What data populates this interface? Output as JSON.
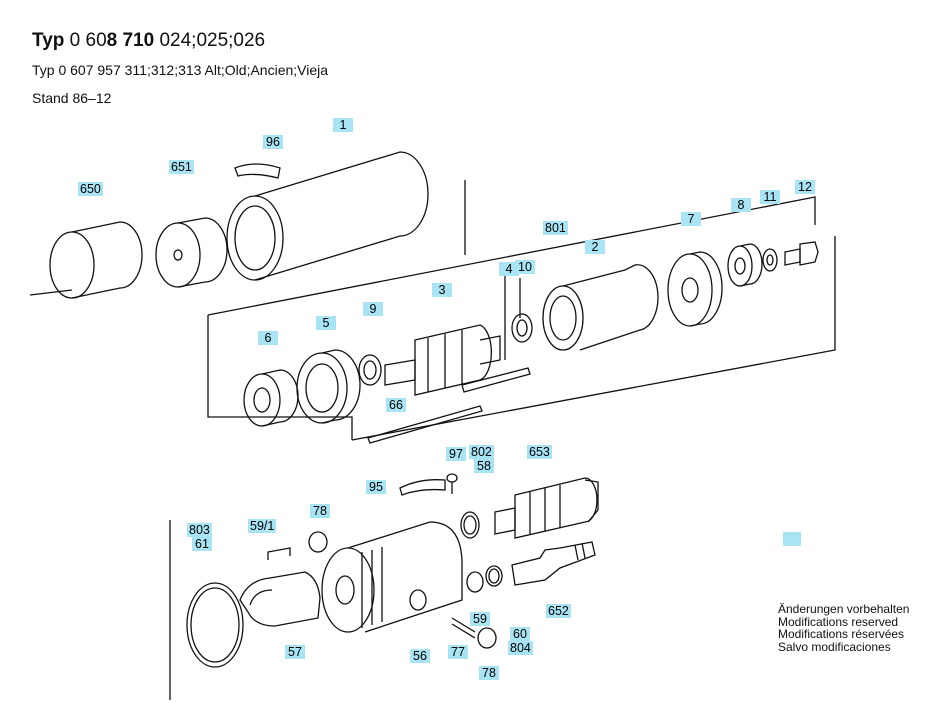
{
  "header": {
    "title_prefix": "Typ",
    "title_number_a": "0 60",
    "title_number_b": "8 710",
    "title_suffix": "024;025;026",
    "subtitle": "Typ 0 607 957 311;312;313  Alt;Old;Ancien;Vieja",
    "stand": "Stand  86–12"
  },
  "notes": [
    "Änderungen vorbehalten",
    "Modifications reserved",
    "Modifications réservées",
    "Salvo modificaciones"
  ],
  "part_labels": {
    "p1": "1",
    "p2": "2",
    "p3": "3",
    "p4": "4",
    "p5": "5",
    "p6": "6",
    "p7": "7",
    "p8": "8",
    "p9": "9",
    "p10": "10",
    "p11": "11",
    "p12": "12",
    "p56": "56",
    "p57": "57",
    "p58": "58",
    "p59": "59",
    "p59_1": "59/1",
    "p60": "60",
    "p61": "61",
    "p66": "66",
    "p77": "77",
    "p78a": "78",
    "p78b": "78",
    "p95": "95",
    "p96": "96",
    "p97": "97",
    "p650": "650",
    "p651": "651",
    "p652": "652",
    "p653": "653",
    "p801": "801",
    "p802": "802",
    "p803": "803",
    "p804": "804"
  },
  "colors": {
    "callout": "#a9e4f5",
    "line": "#111111"
  }
}
